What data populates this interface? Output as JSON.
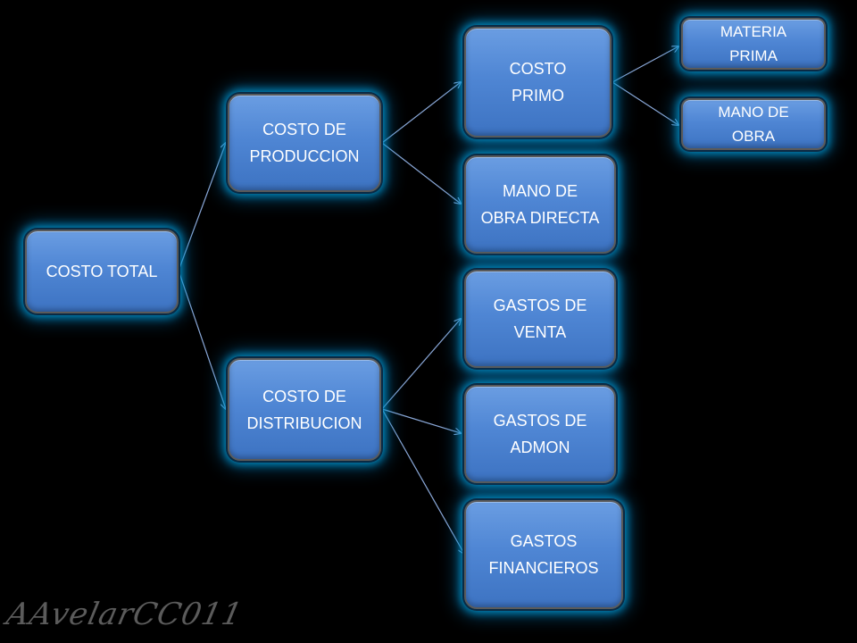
{
  "nodes": {
    "costo_total": "COSTO TOTAL",
    "costo_produccion": "COSTO DE\nPRODUCCION",
    "costo_distribucion": "COSTO DE\nDISTRIBUCION",
    "costo_primo": "COSTO\nPRIMO",
    "mano_obra_directa": "MANO DE\nOBRA DIRECTA",
    "gastos_venta": "GASTOS DE\nVENTA",
    "gastos_admon": "GASTOS DE\nADMON",
    "gastos_financieros": "GASTOS\nFINANCIEROS",
    "materia_prima": "MATERIA\nPRIMA",
    "mano_obra": "MANO DE\nOBRA"
  },
  "signature": "AAvelarCC011",
  "colors": {
    "background": "#000000",
    "box_fill": "#4f86d4",
    "glow": "#00a0dc",
    "connector": "#8aa8d8",
    "signature": "#5b5b5b"
  }
}
